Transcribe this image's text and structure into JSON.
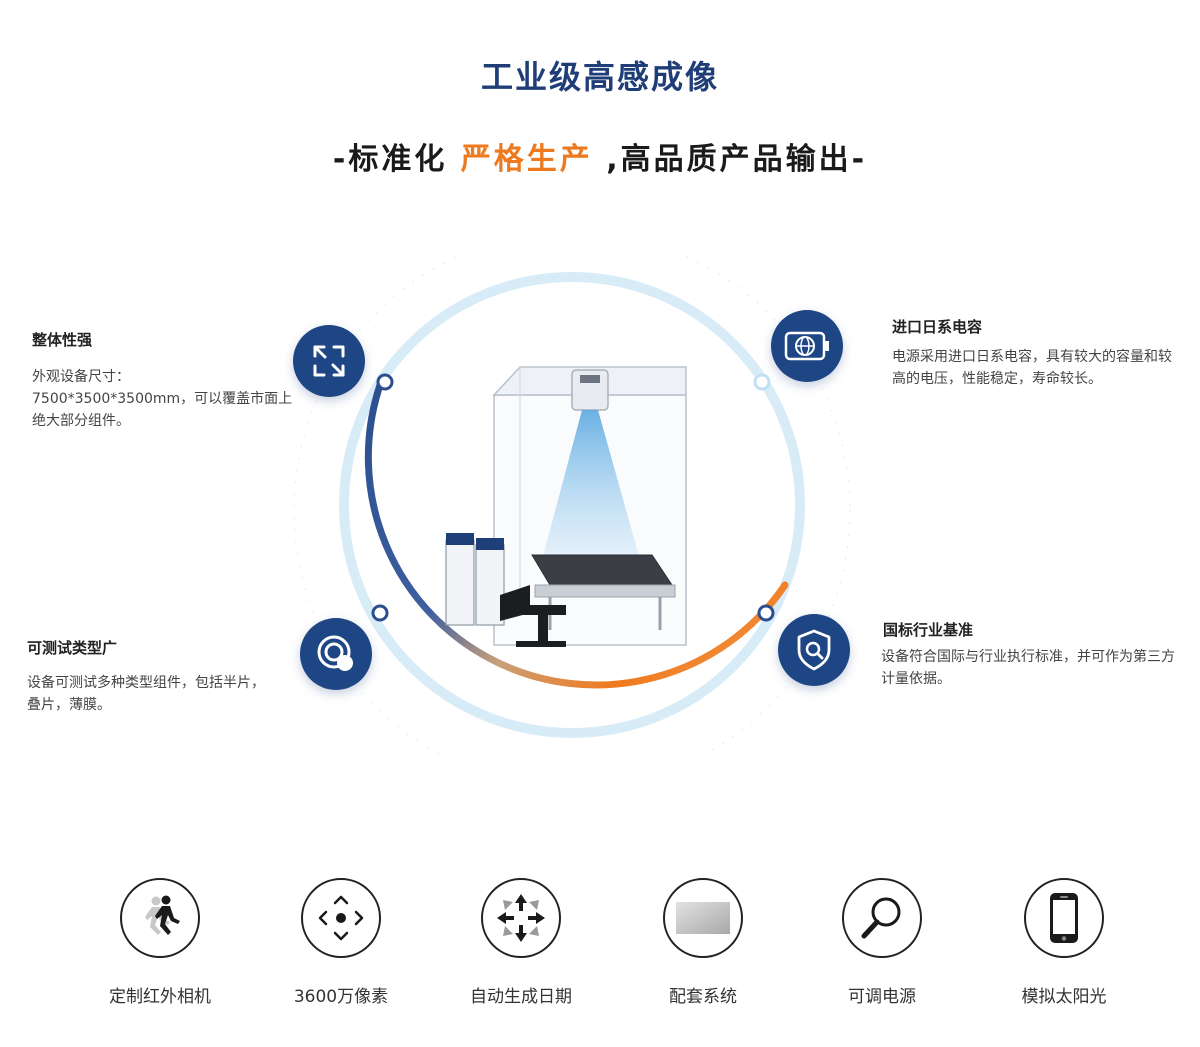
{
  "header": {
    "title": "工业级高感成像",
    "subtitle_prefix": "-标准化",
    "subtitle_highlight": "严格生产",
    "subtitle_suffix": ",高品质产品输出-"
  },
  "features": [
    {
      "title": "整体性强",
      "desc": "外观设备尺寸：\n7500*3500*3500mm，可以覆盖市面上绝大部分组件。",
      "icon": "expand-icon"
    },
    {
      "title": "可测试类型广",
      "desc": "设备可测试多种类型组件，包括半片，叠片，薄膜。",
      "icon": "target-touch-icon"
    },
    {
      "title": "进口日系电容",
      "desc": "电源采用进口日系电容，具有较大的容量和较高的电压，性能稳定，寿命较长。",
      "icon": "battery-globe-icon"
    },
    {
      "title": "国标行业基准",
      "desc": "设备符合国际与行业执行标准，并可作为第三方计量依据。",
      "icon": "shield-search-icon"
    }
  ],
  "bottom_items": [
    {
      "label": "定制红外相机",
      "icon": "runners-icon"
    },
    {
      "label": "3600万像素",
      "icon": "directional-pad-icon"
    },
    {
      "label": "自动生成日期",
      "icon": "arrows-outward-icon"
    },
    {
      "label": "配套系统",
      "icon": "panel-icon"
    },
    {
      "label": "可调电源",
      "icon": "magnifier-icon"
    },
    {
      "label": "模拟太阳光",
      "icon": "phone-icon"
    }
  ],
  "colors": {
    "title_blue": "#1f3e78",
    "highlight_orange": "#ee7a1f",
    "icon_blue": "#1e4584",
    "ring_orange": "#f07a1e",
    "ring_light_blue": "#cfe6f6"
  }
}
